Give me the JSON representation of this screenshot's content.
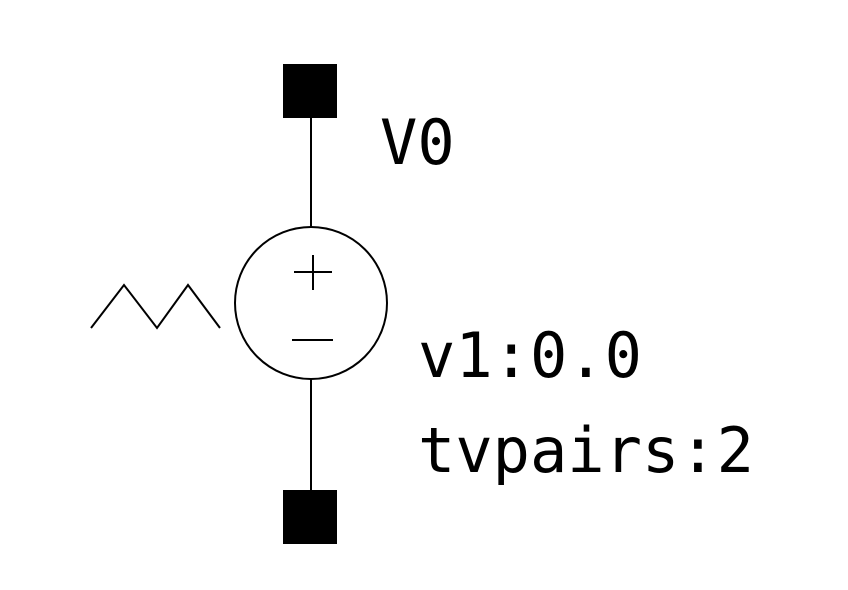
{
  "component": {
    "type": "piecewise-linear-voltage-source",
    "instance_name": "V0",
    "params": [
      {
        "text": "v1:0.0"
      },
      {
        "text": "tvpairs:2"
      }
    ],
    "polarity": {
      "plus": "+",
      "minus": "−"
    },
    "waveform_icon": "triangle-wave-icon",
    "colors": {
      "line": "#000000",
      "background": "#ffffff",
      "pin": "#000000"
    }
  }
}
